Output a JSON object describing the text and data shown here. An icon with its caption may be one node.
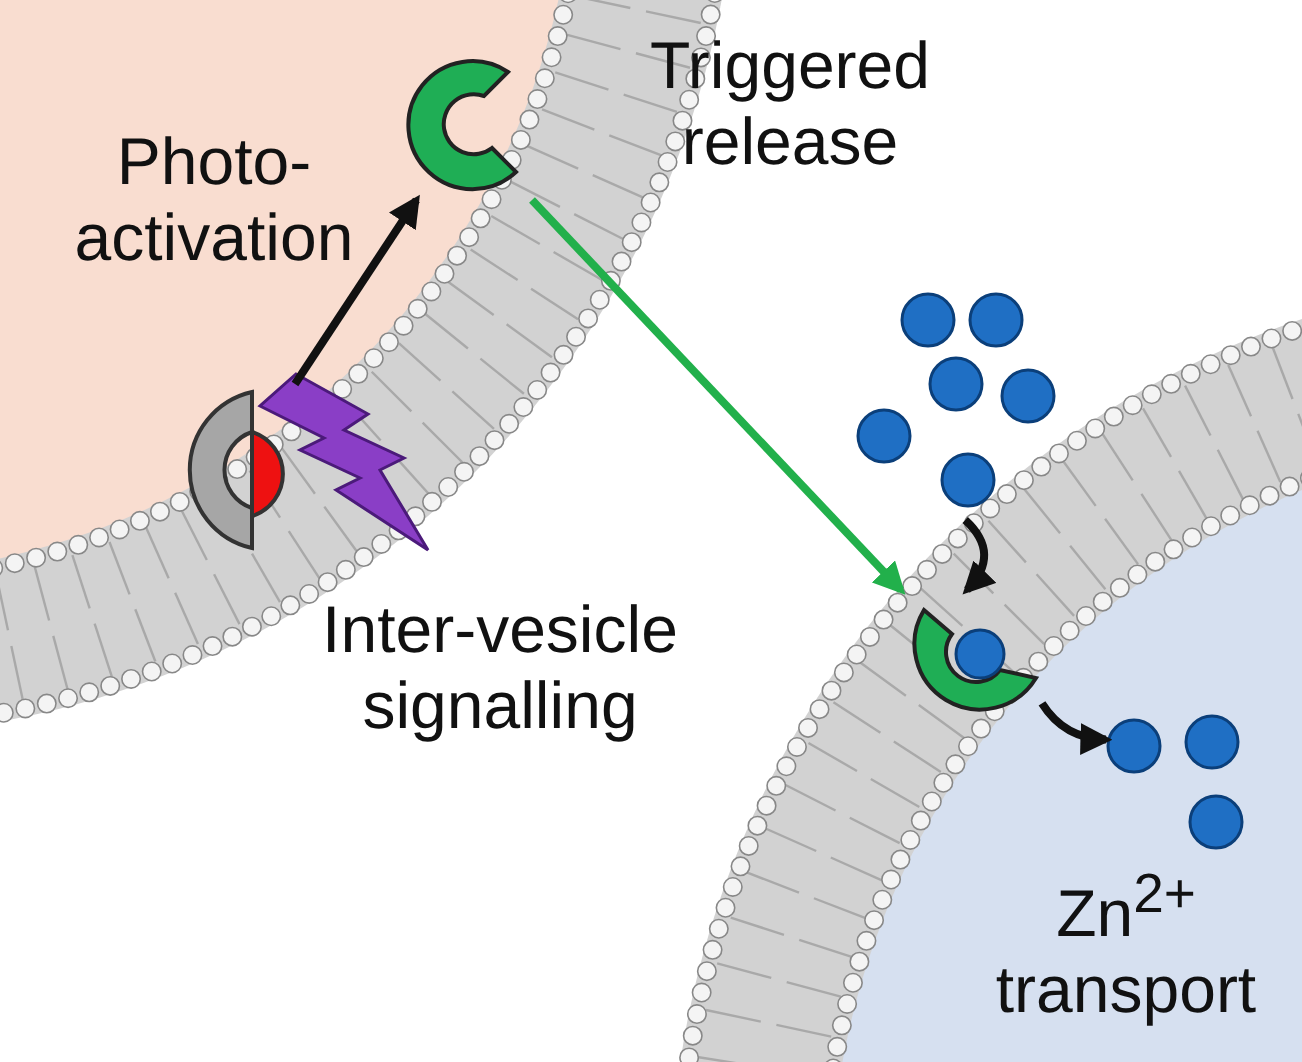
{
  "diagram": {
    "nodes": [
      {
        "text": [],
        "shape": "picture"
      },
      {
        "text": [],
        "shape": "picture"
      },
      {
        "text": [],
        "shape": "picture"
      },
      {
        "text": [],
        "shape": "picture"
      },
      {
        "text": [],
        "shape": "picture"
      }
    ],
    "edges": [
      {
        "from": 0,
        "to": 1,
        "arrow": "to"
      },
      {
        "from": 1,
        "to": 2,
        "arrow": "to",
        "color": "#22b04b"
      },
      {
        "from": 3,
        "to": 2,
        "arrow": "to"
      },
      {
        "from": 2,
        "to": 4,
        "arrow": "to"
      }
    ],
    "labels": [
      "Photo-activation",
      "Triggered release",
      "Inter-vesicle signalling",
      "Zn$^{2+}$ transport"
    ]
  }
}
